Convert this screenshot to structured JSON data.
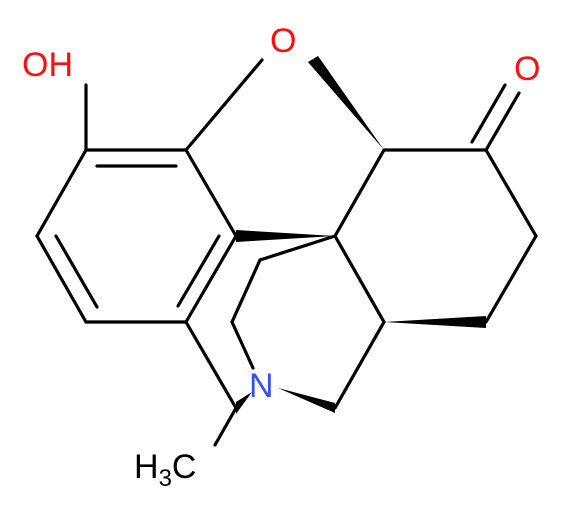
{
  "atoms": {
    "hydroxyl": "OH",
    "ether_oxygen": "O",
    "carbonyl_oxygen": "O",
    "nitrogen": "N",
    "methyl_main": "H",
    "methyl_sub": "3",
    "methyl_tail": "C"
  },
  "colors": {
    "oxygen": "#ff0d0d",
    "nitrogen": "#3050f8",
    "carbon": "#000000"
  }
}
